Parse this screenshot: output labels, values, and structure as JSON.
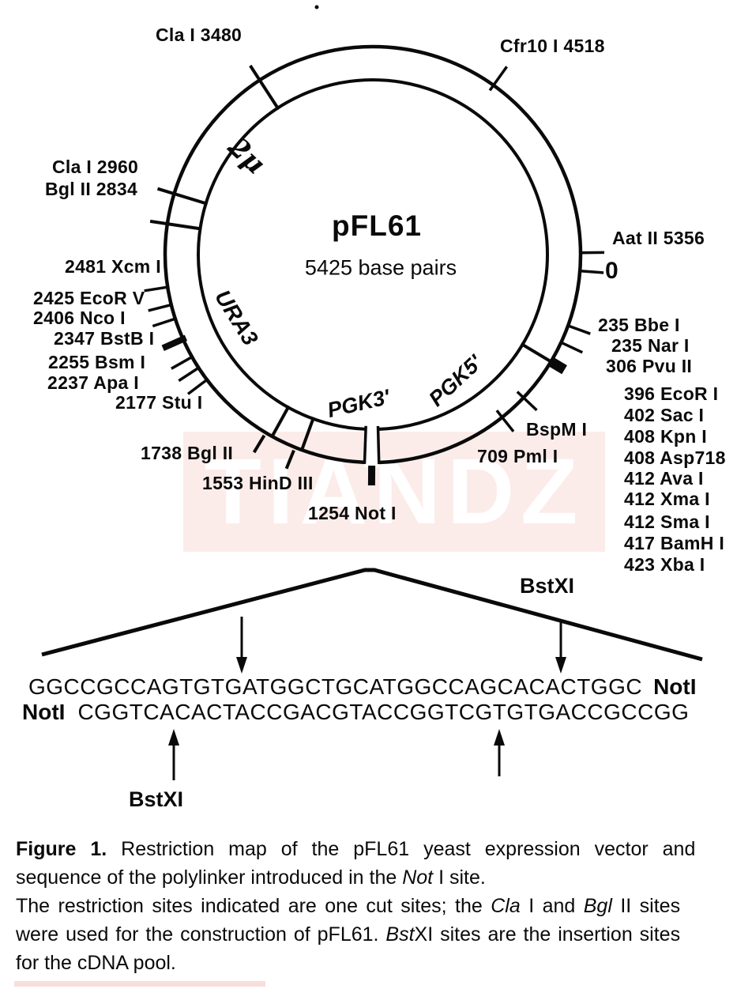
{
  "watermark": {
    "text": "TIANDZ"
  },
  "plasmid_map": {
    "title": "pFL61",
    "subtitle": "5425 base pairs",
    "regions": {
      "two_micron": "2μ",
      "ura3": "URA3",
      "pgk3": "PGK3'",
      "pgk5": "PGK5'"
    },
    "sites": [
      {
        "label": "Cla I  3480"
      },
      {
        "label": "Cfr10 I  4518"
      },
      {
        "label": "Cla I  2960"
      },
      {
        "label": "Bgl II  2834"
      },
      {
        "label": "2481  Xcm I"
      },
      {
        "label": "2425  EcoR V"
      },
      {
        "label": "2406  Nco I"
      },
      {
        "label": "2347  BstB I"
      },
      {
        "label": "2255  Bsm I"
      },
      {
        "label": "2237  Apa I"
      },
      {
        "label": "2177  Stu I"
      },
      {
        "label": "1738  Bgl II"
      },
      {
        "label": "1553  HinD III"
      },
      {
        "label": "1254  Not I"
      },
      {
        "label": "Aat II  5356"
      },
      {
        "label": "0"
      },
      {
        "label": "235  Bbe I"
      },
      {
        "label": "235  Nar I"
      },
      {
        "label": "306  Pvu II"
      },
      {
        "label": "396  EcoR I"
      },
      {
        "label": "402  Sac I"
      },
      {
        "label": "408  Kpn I"
      },
      {
        "label": "408  Asp718"
      },
      {
        "label": "412  Ava I"
      },
      {
        "label": "412  Xma I"
      },
      {
        "label": "412  Sma I"
      },
      {
        "label": "417  BamH I"
      },
      {
        "label": "423  Xba I"
      },
      {
        "label": "BspM I"
      },
      {
        "label": "709  Pml I"
      }
    ]
  },
  "polylinker": {
    "bstxi_top_label": "BstXI",
    "bstxi_bottom_label": "BstXI",
    "top_strand": "GGCCGCCAGTGTGATGGCTGCATGGCCAGCACACTGGC",
    "top_strand_suffix": "NotI",
    "bottom_strand_prefix": "NotI",
    "bottom_strand": "CGGTCACACTACCGACGTACCGGTCGTGTGACCGCCGG"
  },
  "caption": {
    "figure_label": "Figure 1.",
    "line1_rest": " Restriction map of the pFL61 yeast expression vector and",
    "line2_pre": "sequence of the polylinker introduced in the ",
    "line2_it": "Not",
    "line2_post": " I site.",
    "line3_pre": "The restriction sites indicated are one cut sites; the ",
    "line3_it1": "Cla",
    "line3_mid": " I and ",
    "line3_it2": "Bgl",
    "line3_post": " II sites",
    "line4_pre": "were used for the construction of pFL61. ",
    "line4_it": "Bst",
    "line4_post": "XI sites are the insertion sites",
    "line5": "for the cDNA pool."
  }
}
